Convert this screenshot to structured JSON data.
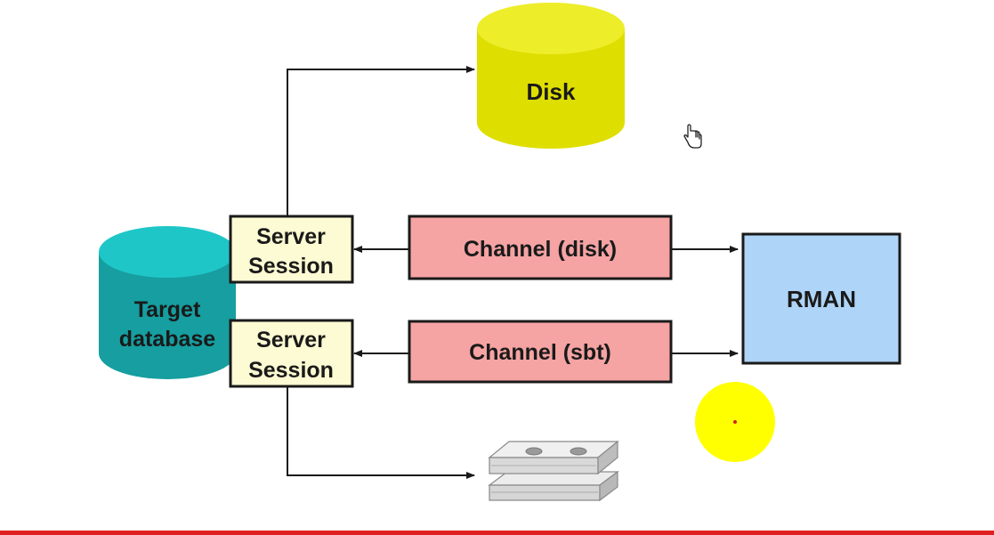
{
  "diagram": {
    "disk": {
      "label": "Disk"
    },
    "target_database": {
      "label_line1": "Target",
      "label_line2": "database"
    },
    "server_session_top": {
      "line1": "Server",
      "line2": "Session"
    },
    "server_session_bottom": {
      "line1": "Server",
      "line2": "Session"
    },
    "channel_disk": {
      "label": "Channel (disk)"
    },
    "channel_sbt": {
      "label": "Channel (sbt)"
    },
    "rman": {
      "label": "RMAN"
    }
  },
  "colors": {
    "disk_fill": "#dede00",
    "disk_top": "#eded2a",
    "target_fill": "#169ea0",
    "target_top": "#1fc6c8",
    "session_fill": "#fdfbd3",
    "channel_fill": "#f5a3a3",
    "rman_fill": "#aed4f7",
    "highlight": "#ffff00",
    "bottom_rule": "#e02020"
  },
  "icons": {
    "tape": "tape-cartridge-icon",
    "cursor": "hand-pointer-icon",
    "highlight": "cursor-highlight-icon"
  }
}
